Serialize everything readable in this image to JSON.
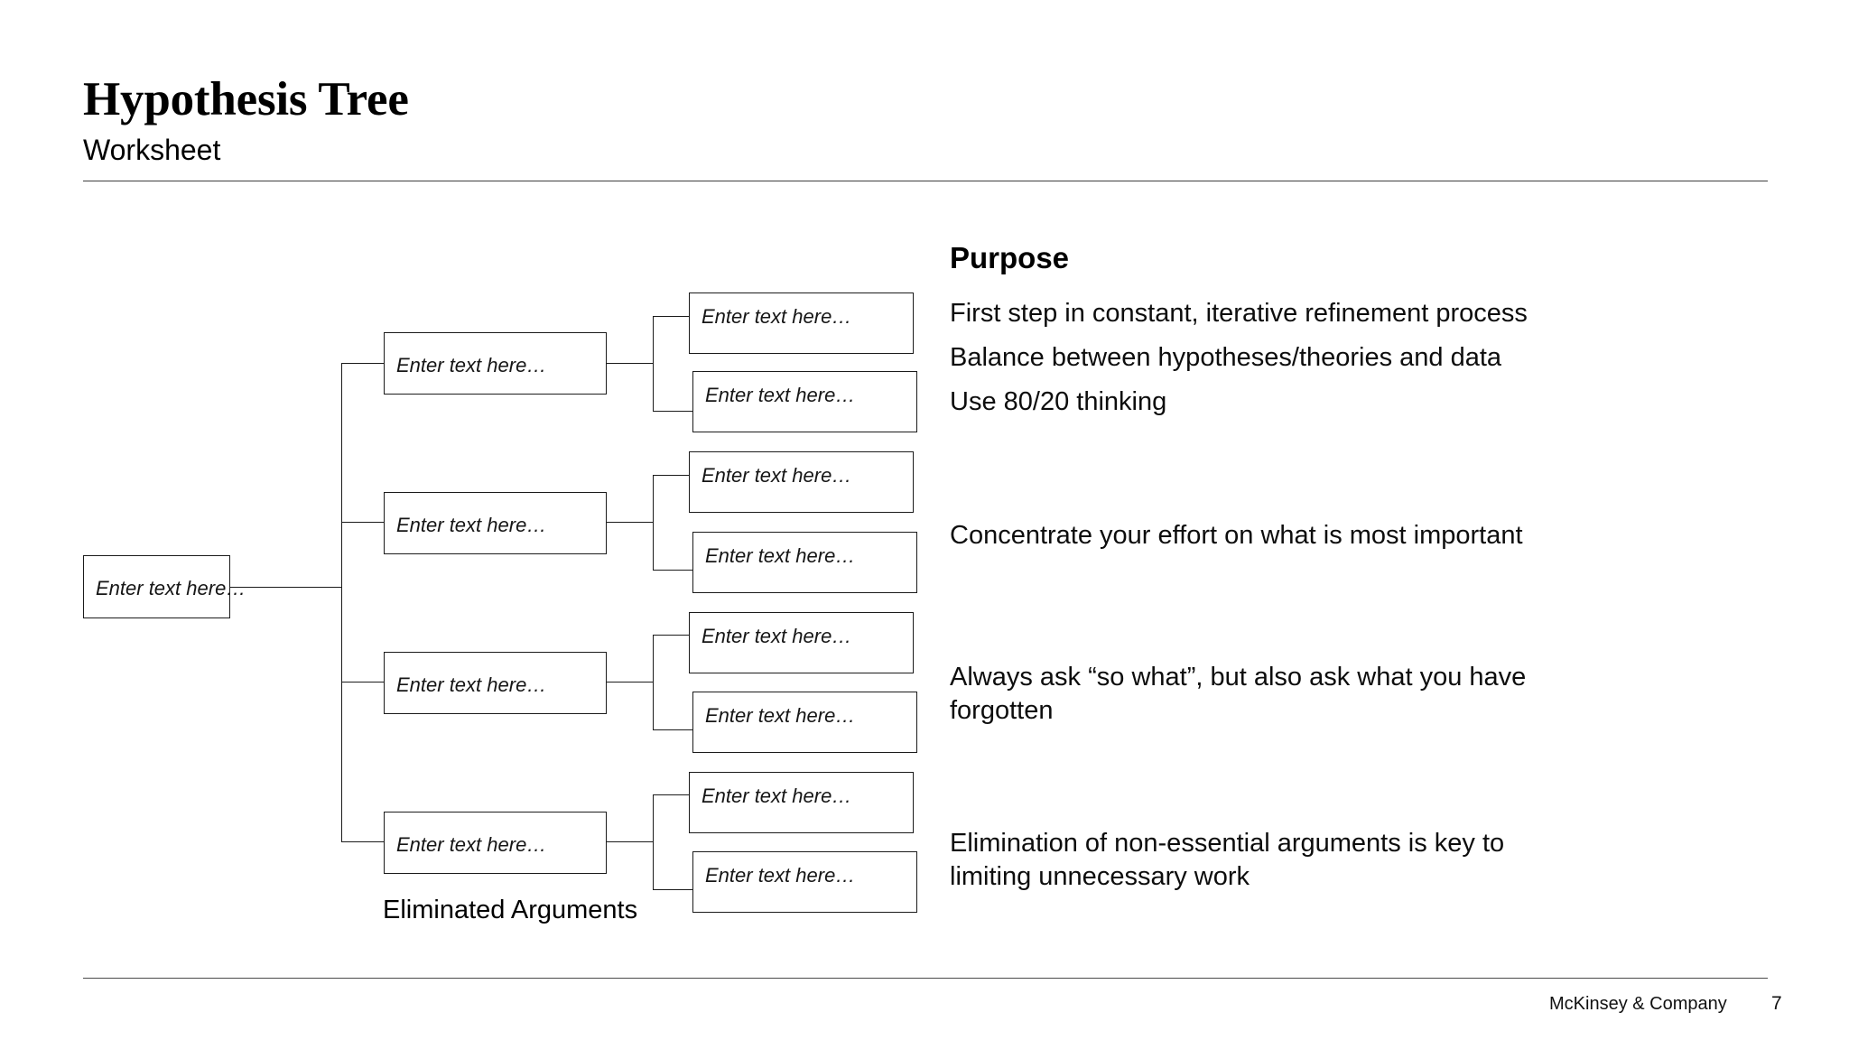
{
  "header": {
    "title": "Hypothesis Tree",
    "subtitle": "Worksheet"
  },
  "footer": {
    "brand": "McKinsey & Company",
    "page_number": "7"
  },
  "tree": {
    "placeholder": "Enter text here…",
    "eliminated_label": "Eliminated Arguments",
    "root": {
      "label": "Enter text here…"
    },
    "branches": [
      {
        "label": "Enter text here…",
        "children": [
          {
            "label": "Enter text here…"
          },
          {
            "label": "Enter text here…"
          }
        ]
      },
      {
        "label": "Enter text here…",
        "children": [
          {
            "label": "Enter text here…"
          },
          {
            "label": "Enter text here…"
          }
        ]
      },
      {
        "label": "Enter text here…",
        "children": [
          {
            "label": "Enter text here…"
          },
          {
            "label": "Enter text here…"
          }
        ]
      },
      {
        "label": "Enter text here…",
        "children": [
          {
            "label": "Enter text here…"
          },
          {
            "label": "Enter text here…"
          }
        ]
      }
    ]
  },
  "purpose": {
    "heading": "Purpose",
    "lines": [
      "First step in constant, iterative refinement process",
      "Balance between hypotheses/theories and data",
      "Use 80/20 thinking",
      "Concentrate your effort on what is most important",
      "Always ask “so what”, but also ask what you have forgotten",
      "Elimination of non-essential arguments is key to limiting unnecessary work"
    ]
  },
  "colors": {
    "ink": "#000000",
    "box_border": "#1b1b1b",
    "rule": "#3f3f3f",
    "background": "#ffffff"
  }
}
